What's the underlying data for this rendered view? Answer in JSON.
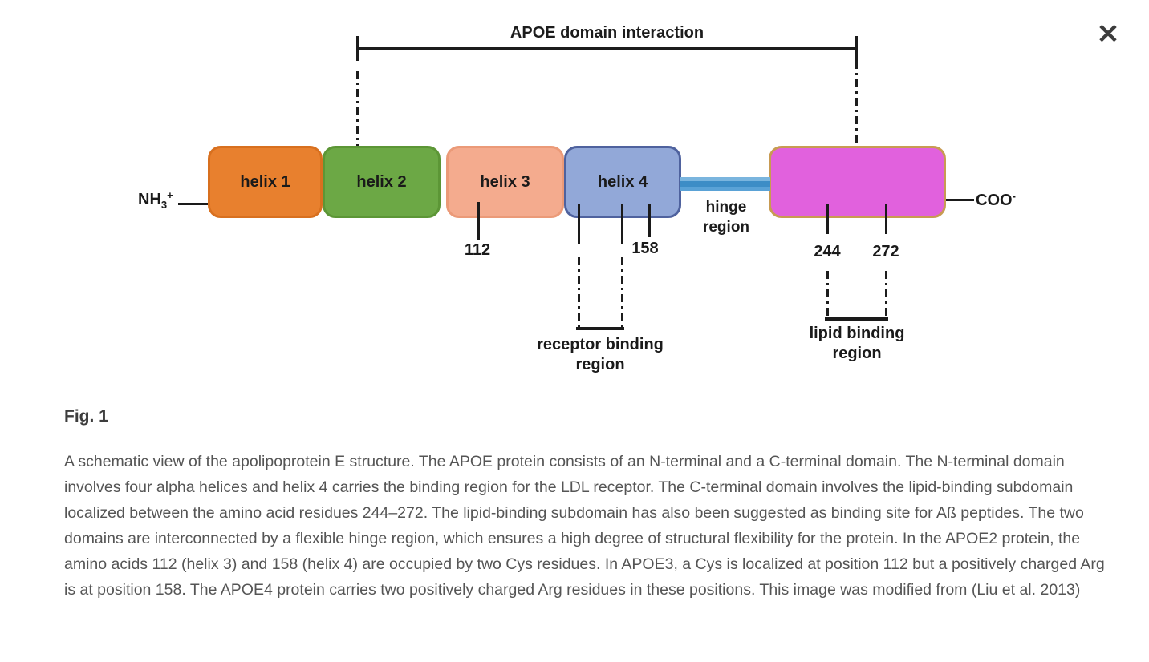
{
  "viewer": {
    "close_icon": "✕"
  },
  "figure": {
    "bracket_label": "APOE domain interaction",
    "terminals": {
      "n_main": "NH",
      "n_sub": "3",
      "n_sup": "+",
      "c_main": "COO",
      "c_sup": "-"
    },
    "domains": [
      {
        "id": "helix1",
        "label": "helix 1",
        "fill": "#e8802e",
        "border": "#d8701f"
      },
      {
        "id": "helix2",
        "label": "helix 2",
        "fill": "#6ca845",
        "border": "#5c9636"
      },
      {
        "id": "helix3",
        "label": "helix 3",
        "fill": "#f4ab8e",
        "border": "#eb9a78"
      },
      {
        "id": "helix4",
        "label": "helix 4",
        "fill": "#92a8d8",
        "border": "#4f629e"
      },
      {
        "id": "c-terminal",
        "label": "",
        "fill": "#e161dd",
        "border": "#c89b52"
      }
    ],
    "hinge": {
      "line1": "hinge",
      "line2": "region",
      "bar_color": "#4a97d0"
    },
    "positions": {
      "p112": "112",
      "p158": "158",
      "p244": "244",
      "p272": "272"
    },
    "receptor_binding": {
      "line1": "receptor binding",
      "line2": "region"
    },
    "lipid_binding": {
      "line1": "lipid binding",
      "line2": "region"
    }
  },
  "caption": {
    "title": "Fig. 1",
    "body": "A schematic view of the apolipoprotein E structure. The APOE protein consists of an N-terminal and a C-terminal domain. The N-terminal domain involves four alpha helices and helix 4 carries the binding region for the LDL receptor. The C-terminal domain involves the lipid-binding subdomain localized between the amino acid residues 244–272. The lipid-binding subdomain has also been suggested as binding site for Aß peptides. The two domains are interconnected by a flexible hinge region, which ensures a high degree of structural flexibility for the protein. In the APOE2 protein, the amino acids 112 (helix 3) and 158 (helix 4) are occupied by two Cys residues. In APOE3, a Cys is localized at position 112 but a positively charged Arg is at position 158. The APOE4 protein carries two positively charged Arg residues in these positions. This image was modified from (Liu et al. 2013)"
  }
}
